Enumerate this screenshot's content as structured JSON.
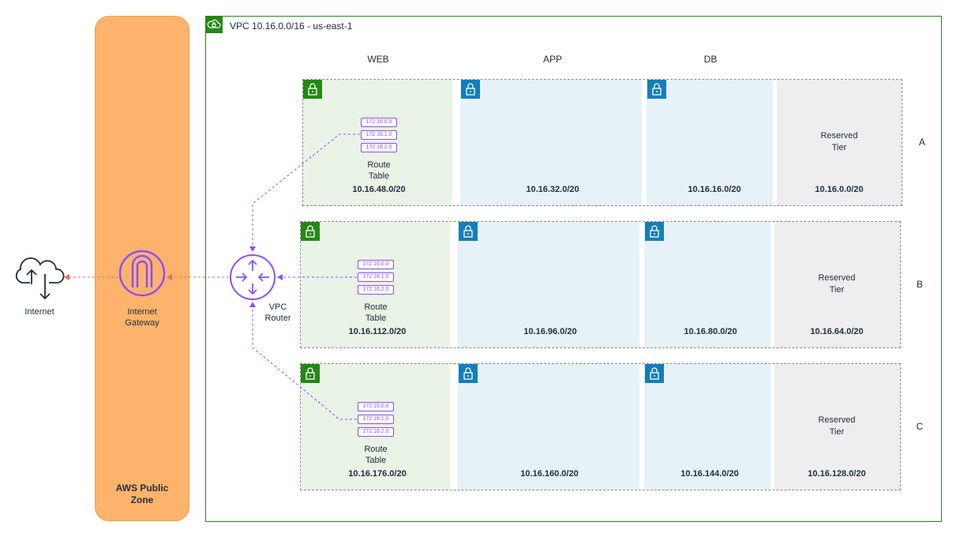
{
  "diagram": {
    "public_zone": {
      "label_line1": "AWS Public",
      "label_line2": "Zone"
    },
    "internet": {
      "label": "Internet",
      "icon": "internet-cloud-icon"
    },
    "internet_gateway": {
      "label_line1": "Internet",
      "label_line2": "Gateway",
      "icon": "internet-gateway-icon"
    },
    "vpc_router": {
      "label_line1": "VPC",
      "label_line2": "Router",
      "icon": "router-icon"
    },
    "vpc": {
      "title": "VPC  10.16.0.0/16 - us-east-1",
      "icon": "vpc-cloud-lock-icon"
    },
    "tiers": {
      "web": "WEB",
      "app": "APP",
      "db": "DB"
    },
    "route_table": {
      "label_line1": "Route",
      "label_line2": "Table",
      "entries": [
        "172.16.0.0",
        "172.16.1.0",
        "172.16.2.0"
      ]
    },
    "reserved": {
      "line1": "Reserved",
      "line2": "Tier"
    },
    "rows": [
      {
        "az": "A",
        "web": "10.16.48.0/20",
        "app": "10.16.32.0/20",
        "db": "10.16.16.0/20",
        "reserved": "10.16.0.0/20"
      },
      {
        "az": "B",
        "web": "10.16.112.0/20",
        "app": "10.16.96.0/20",
        "db": "10.16.80.0/20",
        "reserved": "10.16.64.0/20"
      },
      {
        "az": "C",
        "web": "10.16.176.0/20",
        "app": "10.16.160.0/20",
        "db": "10.16.144.0/20",
        "reserved": "10.16.128.0/20"
      }
    ],
    "colors": {
      "public_zone": "#fdb36b",
      "vpc_border": "#248814",
      "web_fill": "#e9f3e6",
      "app_db_fill": "#e6f2f8",
      "reserved_fill": "#eeeef0",
      "router_purple": "#8c4fff",
      "gateway_purple": "#8c4fff",
      "egress_arrow_red": "#ea6b66",
      "text": "#232f3e"
    }
  }
}
